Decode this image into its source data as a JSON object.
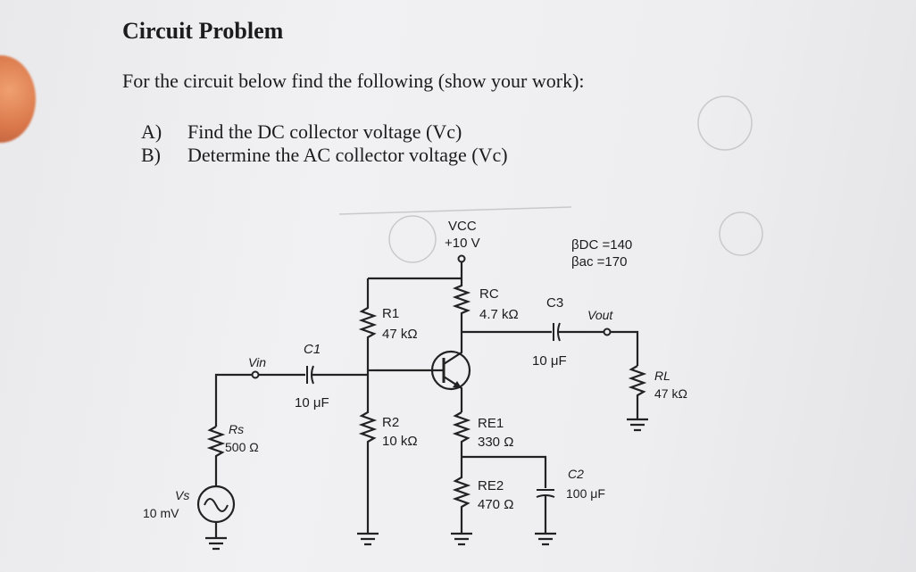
{
  "document": {
    "title": "Circuit Problem",
    "intro": "For the circuit below find the following (show your work):",
    "tasks": [
      {
        "letter": "A)",
        "text": "Find the DC collector voltage (Vc)"
      },
      {
        "letter": "B)",
        "text": "Determine the AC collector voltage (Vc)"
      }
    ]
  },
  "circuit": {
    "vcc_label": "VCC",
    "vcc_value": "+10 V",
    "beta_dc": "βDC =140",
    "beta_ac": "βac =170",
    "rc_name": "RC",
    "rc_value": "4.7 kΩ",
    "r1_name": "R1",
    "r1_value": "47 kΩ",
    "r2_name": "R2",
    "r2_value": "10 kΩ",
    "re1_name": "RE1",
    "re1_value": "330 Ω",
    "re2_name": "RE2",
    "re2_value": "470 Ω",
    "rs_name": "Rs",
    "rs_value": "500 Ω",
    "rl_name": "RL",
    "rl_value": "47 kΩ",
    "c1_name": "C1",
    "c1_value": "10 μF",
    "c2_name": "C2",
    "c2_value": "100 μF",
    "c3_name": "C3",
    "c3_value": "10 μF",
    "vin_label": "Vin",
    "vout_label": "Vout",
    "vs_name": "Vs",
    "vs_value": "10 mV"
  }
}
